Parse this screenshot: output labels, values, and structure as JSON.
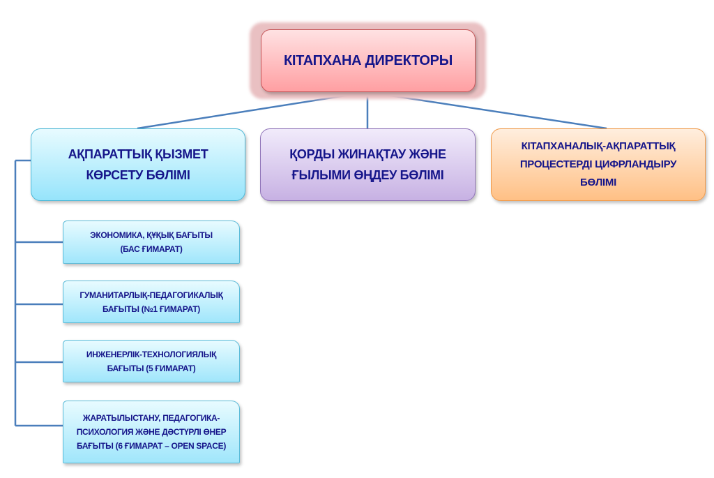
{
  "director": "КІТАПХАНА ДИРЕКТОРЫ",
  "departments": [
    "АҚПАРАТТЫҚ ҚЫЗМЕТ КӨРСЕТУ БӨЛІМІ",
    "ҚОРДЫ ЖИНАҚТАУ ЖӘНЕ ҒЫЛЫМИ ӨҢДЕУ БӨЛІМІ",
    "КІТАПХАНАЛЫҚ-АҚПАРАТТЫҚ ПРОЦЕСТЕРДІ ЦИФРЛАНДЫРУ БӨЛІМІ"
  ],
  "subunits": [
    "ЭКОНОМИКА, ҚҰҚЫҚ БАҒЫТЫ (БАС ҒИМАРАТ)",
    "ГУМАНИТАРЛЫҚ-ПЕДАГОГИКАЛЫҚ БАҒЫТЫ (№1 ҒИМАРАТ)",
    "ИНЖЕНЕРЛІК-ТЕХНОЛОГИЯЛЫҚ БАҒЫТЫ (5 ҒИМАРАТ)",
    "ЖАРАТЫЛЫСТАНУ, ПЕДАГОГИКА-ПСИХОЛОГИЯ ЖӘНЕ ДӘСТҮРЛІ ӨНЕР БАҒЫТЫ (6 ҒИМАРАТ – OPEN SPACE)"
  ],
  "colors": {
    "connector": "#4a7ebb",
    "text": "#15158a"
  }
}
